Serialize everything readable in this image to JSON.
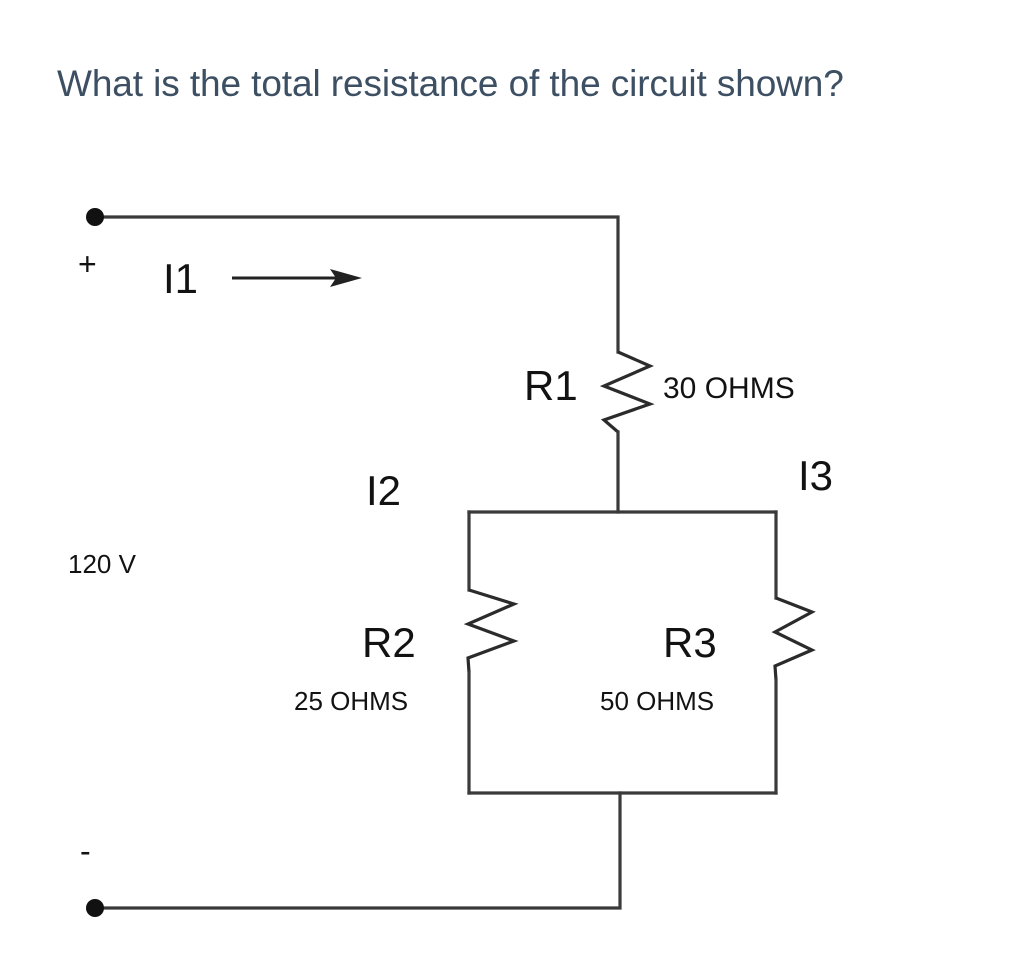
{
  "page": {
    "question": "What is the total resistance of the circuit shown?",
    "background_color": "#ffffff",
    "question_color": "#3d4f63",
    "wire_color": "#3a3a3a"
  },
  "circuit": {
    "source": {
      "voltage_label": "120 V",
      "positive_terminal_label": "+",
      "negative_terminal_label": "-"
    },
    "currents": [
      {
        "id": "I1",
        "label": "I1",
        "note": "main current, arrow pointing right"
      },
      {
        "id": "I2",
        "label": "I2",
        "note": "branch current through R2"
      },
      {
        "id": "I3",
        "label": "I3",
        "note": "branch current through R3"
      }
    ],
    "resistors": [
      {
        "id": "R1",
        "name_label": "R1",
        "value_label": "30 OHMS",
        "value": 30,
        "unit": "OHMS",
        "position": "series"
      },
      {
        "id": "R2",
        "name_label": "R2",
        "value_label": "25 OHMS",
        "value": 25,
        "unit": "OHMS",
        "position": "parallel-left"
      },
      {
        "id": "R3",
        "name_label": "R3",
        "value_label": "50 OHMS",
        "value": 50,
        "unit": "OHMS",
        "position": "parallel-right"
      }
    ]
  }
}
